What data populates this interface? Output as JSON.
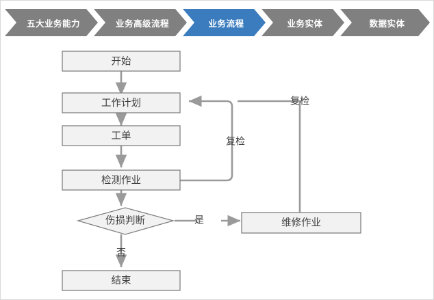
{
  "breadcrumb": {
    "items": [
      {
        "label": "五大业务能力",
        "active": false
      },
      {
        "label": "业务高级流程",
        "active": false
      },
      {
        "label": "业务流程",
        "active": true
      },
      {
        "label": "业务实体",
        "active": false
      },
      {
        "label": "数据实体",
        "active": false
      }
    ],
    "active_color": "#3a7cbe",
    "inactive_color": "#808080",
    "text_color": "#ffffff"
  },
  "flowchart": {
    "title": "业务流程",
    "node_fill": "#f2f2f2",
    "node_stroke": "#808080",
    "connector_color": "#9a9a9a",
    "nodes": [
      {
        "id": "start",
        "type": "process",
        "label": "开始"
      },
      {
        "id": "workplan",
        "type": "process",
        "label": "工作计划"
      },
      {
        "id": "workorder",
        "type": "process",
        "label": "工单"
      },
      {
        "id": "inspect",
        "type": "process",
        "label": "检测作业"
      },
      {
        "id": "decision",
        "type": "decision",
        "label": "伤损判断"
      },
      {
        "id": "repair",
        "type": "process",
        "label": "维修作业"
      },
      {
        "id": "end",
        "type": "process",
        "label": "结束"
      }
    ],
    "edges": [
      {
        "from": "start",
        "to": "workplan",
        "label": ""
      },
      {
        "from": "workplan",
        "to": "workorder",
        "label": ""
      },
      {
        "from": "workorder",
        "to": "inspect",
        "label": ""
      },
      {
        "from": "inspect",
        "to": "decision",
        "label": ""
      },
      {
        "from": "decision",
        "to": "repair",
        "label": "是"
      },
      {
        "from": "decision",
        "to": "end",
        "label": "否"
      },
      {
        "from": "inspect",
        "to": "workplan",
        "label": "复检"
      },
      {
        "from": "repair",
        "to": "workplan",
        "label": "复检"
      }
    ],
    "edge_labels": {
      "yes": "是",
      "no": "否",
      "recheck_inner": "复检",
      "recheck_outer": "复检"
    }
  }
}
